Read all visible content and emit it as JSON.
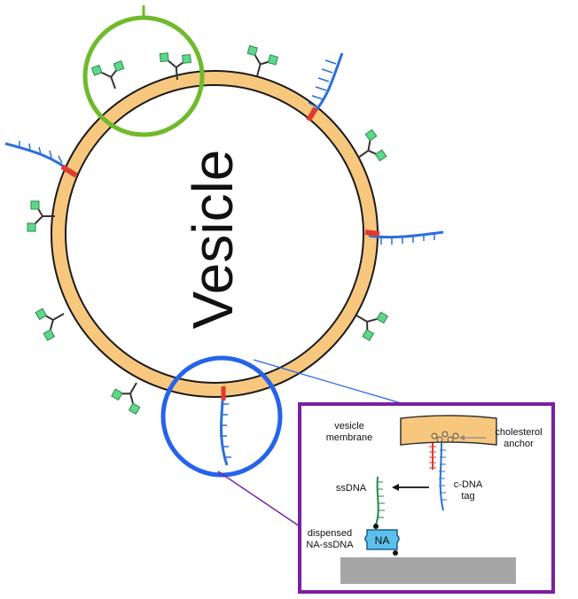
{
  "main_label": "Vesicle",
  "inset": {
    "membrane_label_line1": "vesicle",
    "membrane_label_line2": "membrane",
    "anchor_label_line1": "cholesterol",
    "anchor_label_line2": "anchor",
    "ssdna_label": "ssDNA",
    "cdna_label_line1": "c-DNA",
    "cdna_label_line2": "tag",
    "dispensed_label_line1": "dispensed",
    "dispensed_label_line2": "NA-ssDNA",
    "na_label": "NA"
  },
  "colors": {
    "membrane_fill": "#f8c77e",
    "membrane_outline": "#1a1a1a",
    "green_circle": "#6fba2c",
    "blue_circle": "#2563eb",
    "inset_border": "#7b1fa2",
    "dna_blue": "#2a6fdb",
    "dna_red": "#e03a2f",
    "dna_green": "#1f8a4c",
    "glycan_green": "#5fd68a",
    "surface_gray": "#a6a6a6",
    "na_blue": "#5bc0eb"
  }
}
